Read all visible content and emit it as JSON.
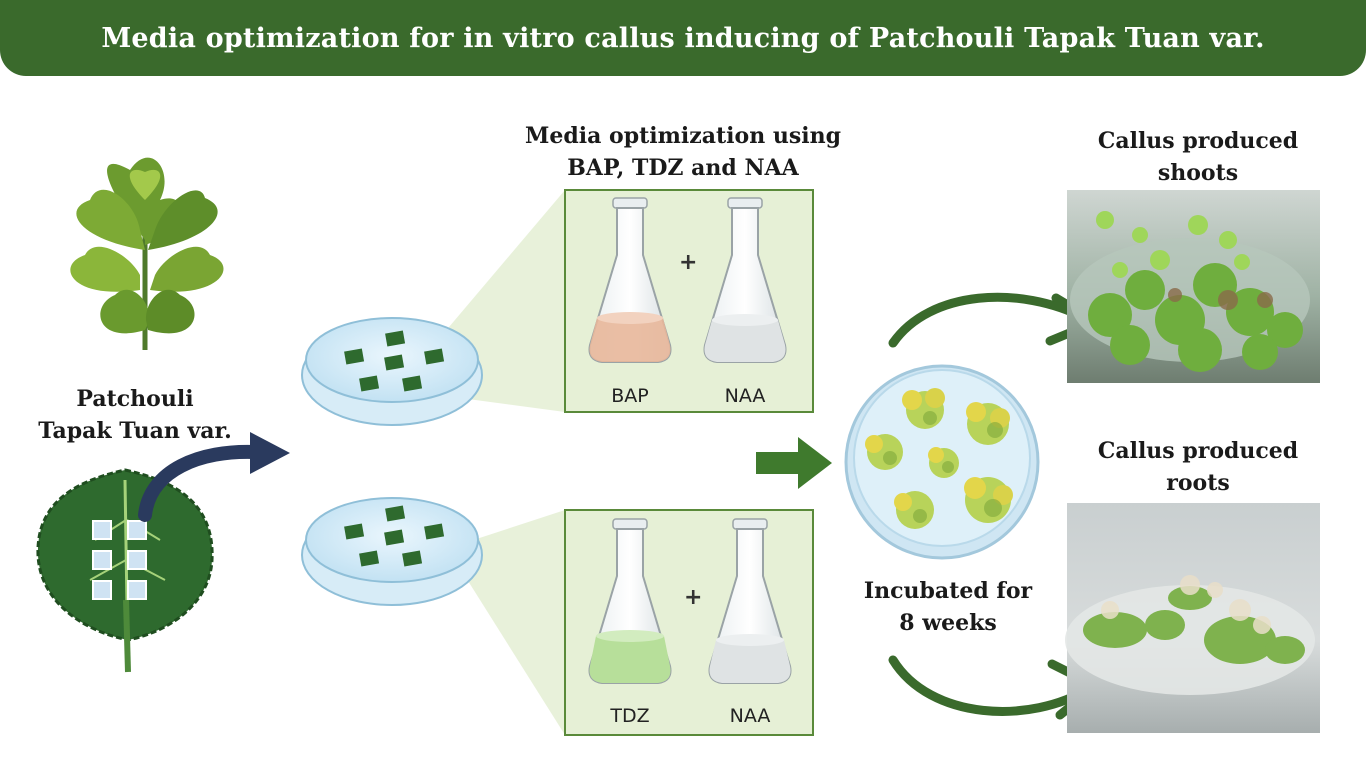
{
  "title": "Media optimization for in vitro callus inducing of Patchouli Tapak Tuan var.",
  "source": {
    "label_line1": "Patchouli",
    "label_line2": "Tapak Tuan var."
  },
  "media": {
    "heading_line1": "Media optimization using",
    "heading_line2": "BAP, TDZ and NAA",
    "combo1": {
      "flask_a": "BAP",
      "flask_b": "NAA",
      "plus": "+"
    },
    "combo2": {
      "flask_a": "TDZ",
      "flask_b": "NAA",
      "plus": "+"
    }
  },
  "incubation": {
    "line1": "Incubated for",
    "line2": "8 weeks"
  },
  "results": {
    "shoots_line1": "Callus produced",
    "shoots_line2": "shoots",
    "roots_line1": "Callus produced",
    "roots_line2": "roots"
  },
  "colors": {
    "brand_green": "#3a6a2c",
    "panel_fill": "#e6f0d6",
    "panel_border": "#5a8a3a",
    "arrow_navy": "#2a3a5e",
    "bap_liquid": "#e8b79a",
    "tdz_liquid": "#b7df9a"
  }
}
